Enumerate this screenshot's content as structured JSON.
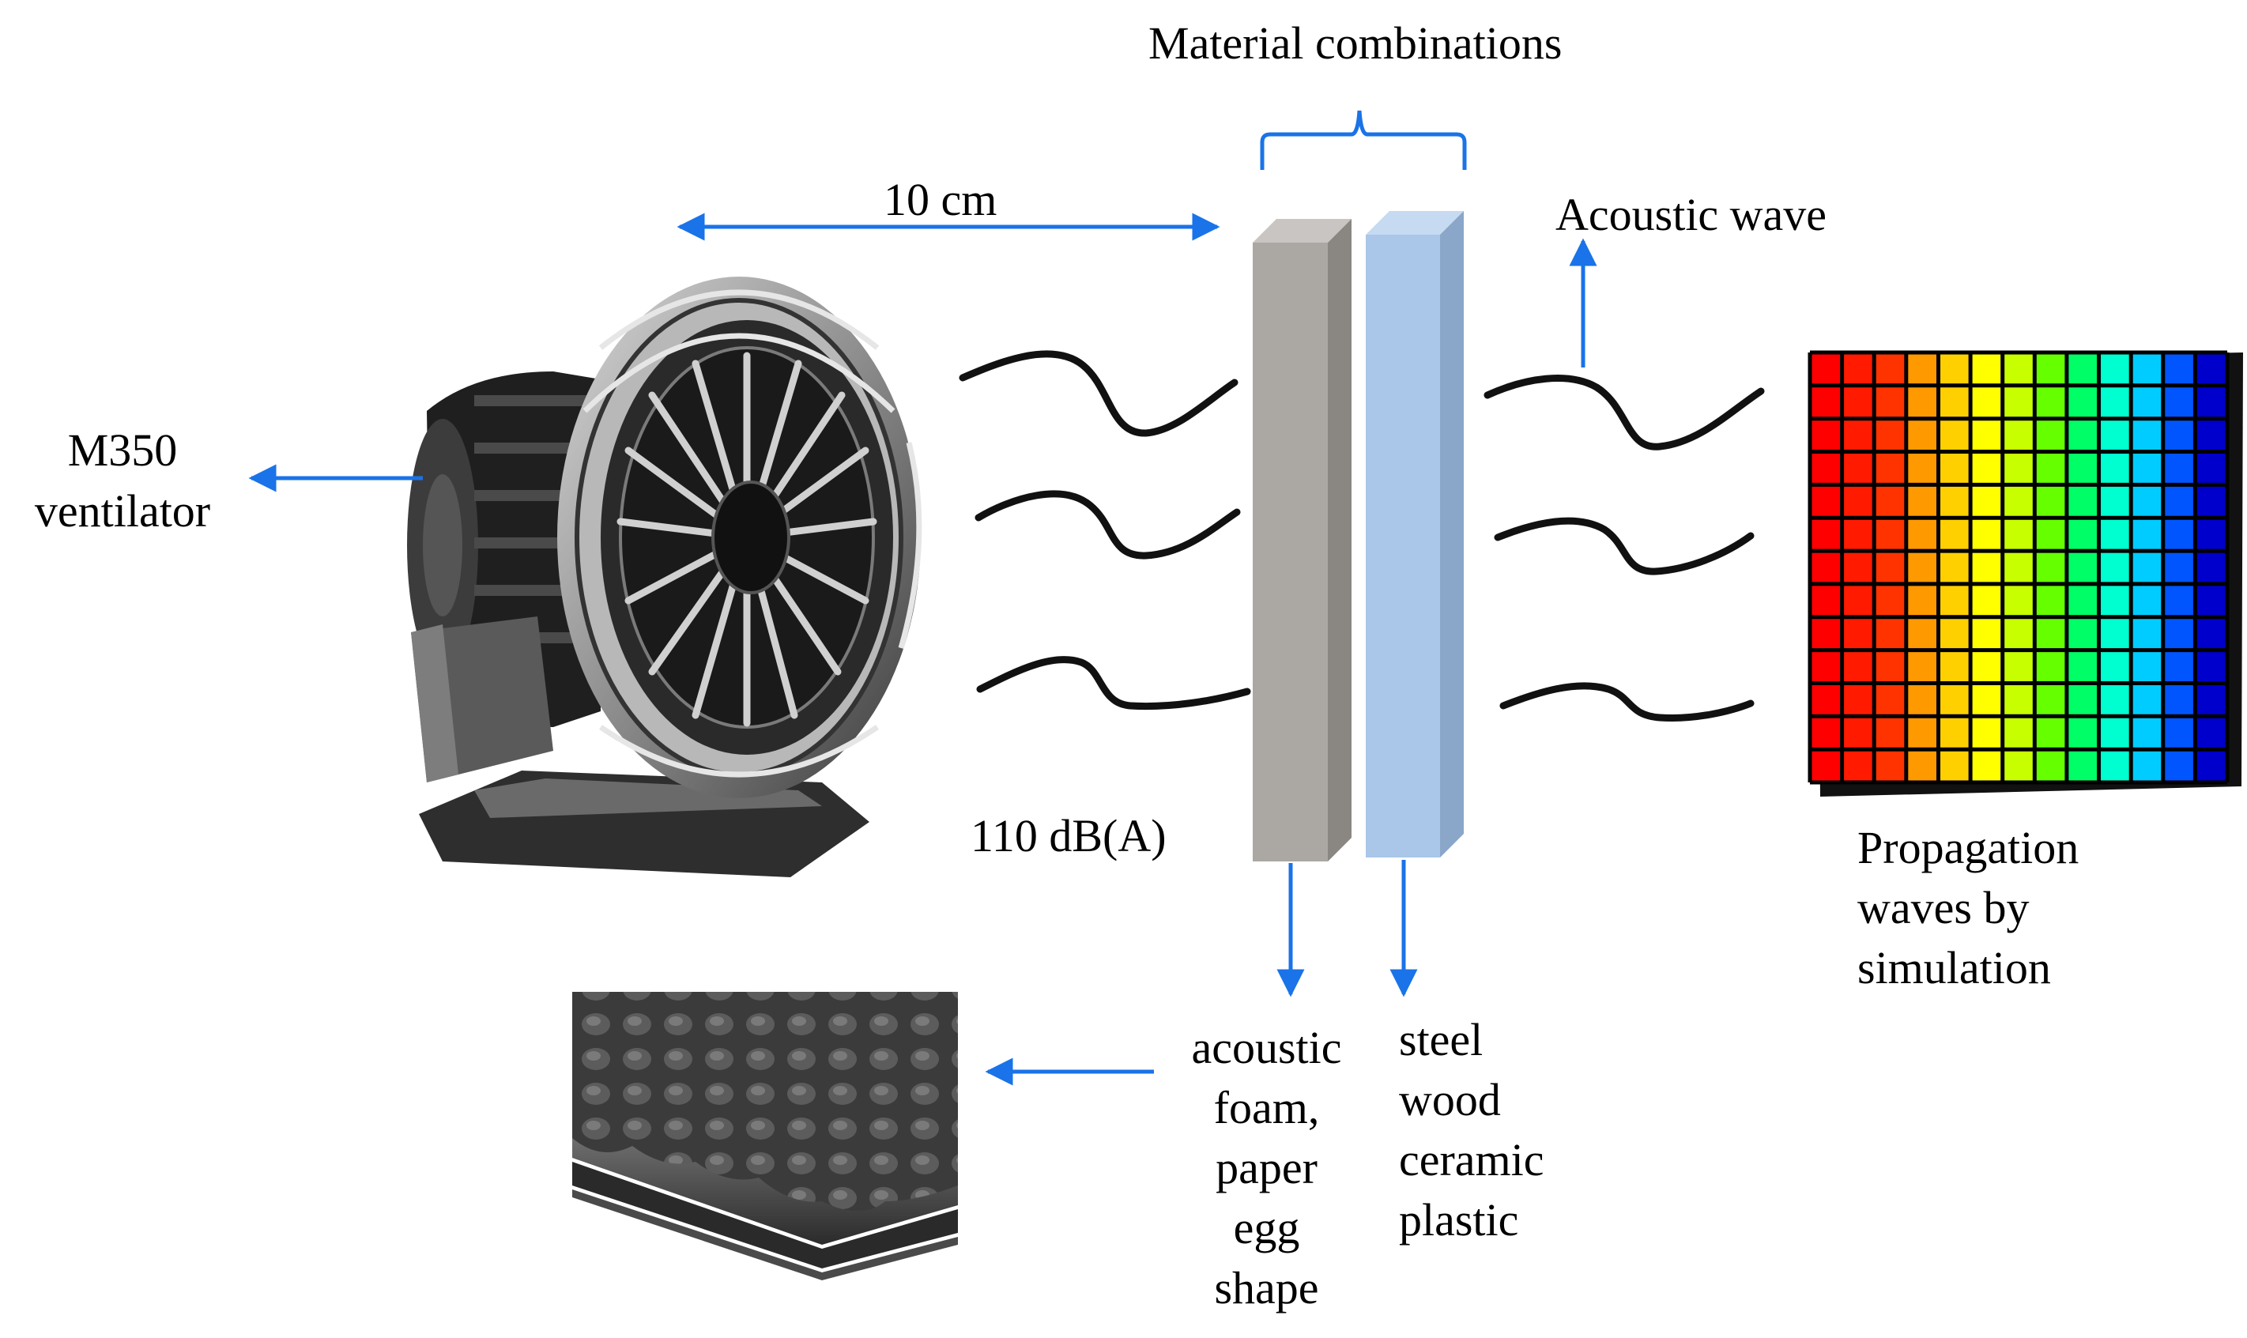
{
  "diagram": {
    "title": "Material combinations",
    "distance_label": "10 cm",
    "wave_label": "Acoustic wave",
    "source": {
      "label_line1": "M350",
      "label_line2": "ventilator",
      "level_label": "110 dB(A)"
    },
    "layer1_materials": [
      "acoustic",
      "foam,",
      "paper",
      "egg",
      "shape"
    ],
    "layer2_materials": [
      "steel",
      "wood",
      "ceramic",
      "plastic"
    ],
    "simulation_label": [
      "Propagation",
      "waves by",
      "simulation"
    ]
  },
  "colors": {
    "arrow": "#1a73e8",
    "panel_gray_front": "#aba7a3",
    "panel_gray_side": "#8a8682",
    "panel_blue_front": "#aac6e8",
    "panel_blue_side": "#8aa6c8",
    "wave": "#111111"
  },
  "heatmap_colors": [
    "#ff0000",
    "#ff1a00",
    "#ff3300",
    "#ff9900",
    "#ffd000",
    "#ffff00",
    "#c8ff00",
    "#66ff00",
    "#00ff66",
    "#00ffd0",
    "#00ccff",
    "#0055ff",
    "#0000cc"
  ],
  "icons": [
    "ventilator-image",
    "egg-foam-image",
    "heatmap-image"
  ]
}
